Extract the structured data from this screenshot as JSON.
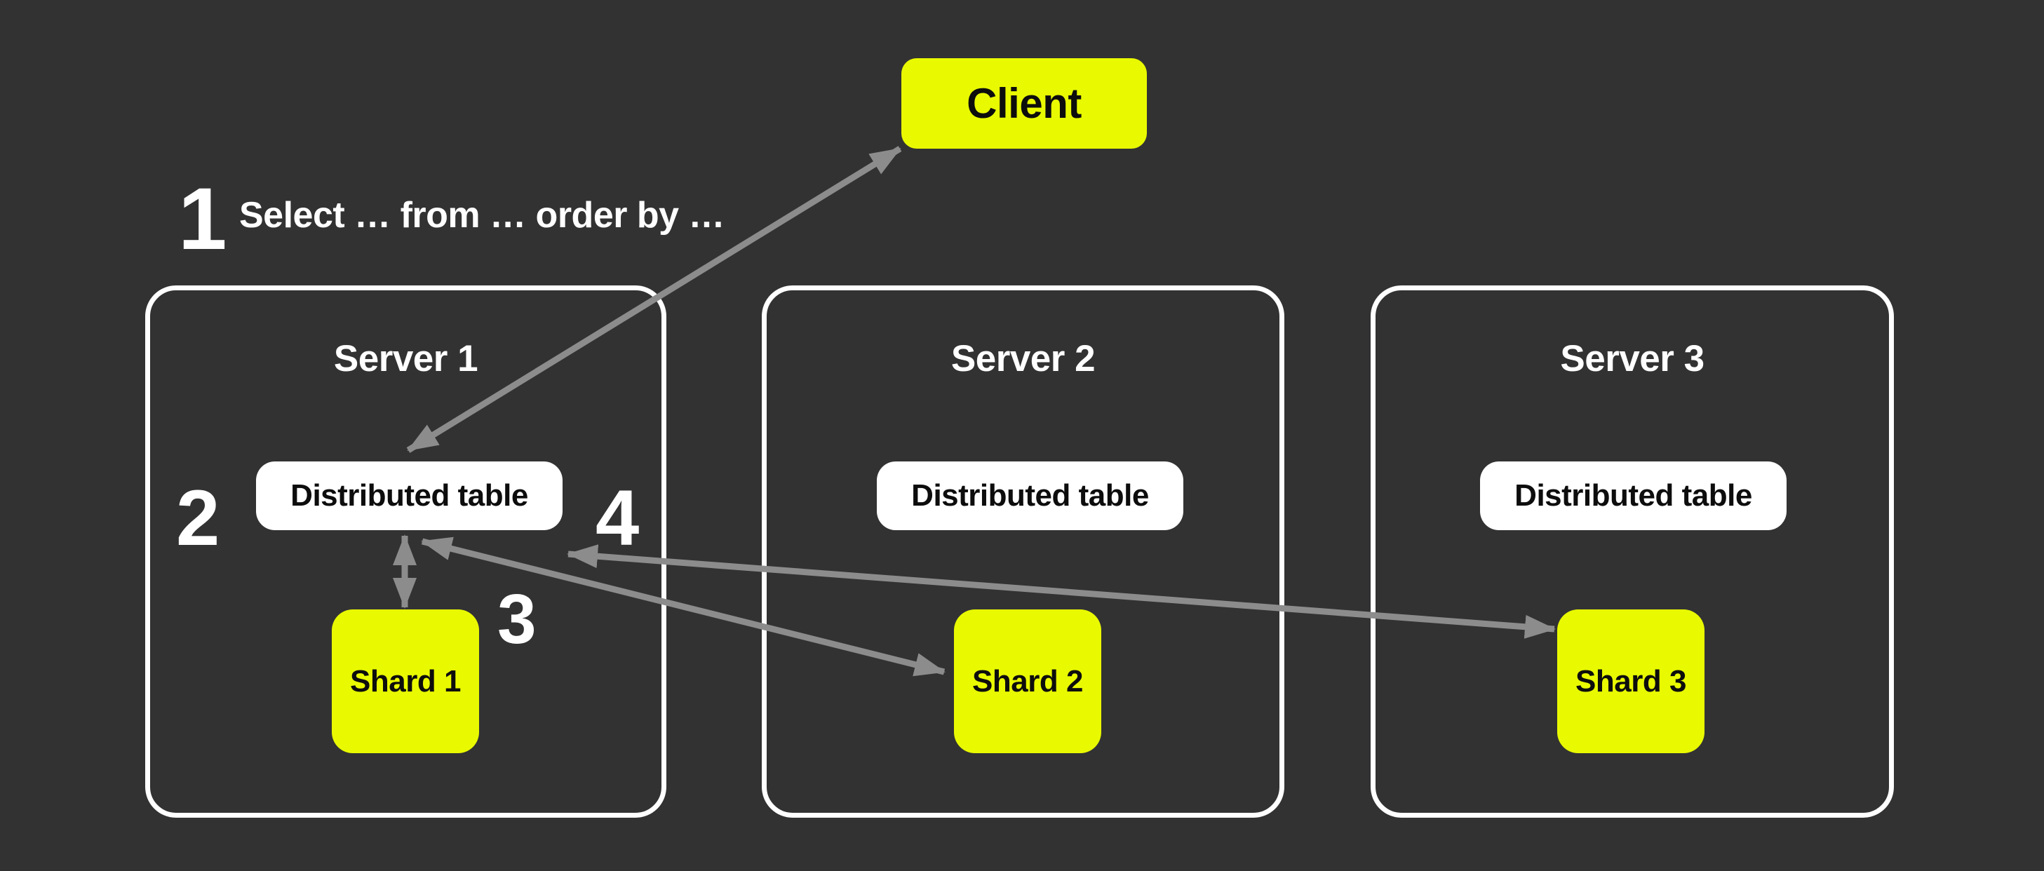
{
  "colors": {
    "background": "#323233",
    "accent_yellow": "#e9fa00",
    "box_white": "#ffffff",
    "arrow_gray": "#8c8c8c",
    "border_white": "#ffffff",
    "text_dark": "#0d0d0d",
    "text_light": "#ffffff"
  },
  "client": {
    "label": "Client"
  },
  "steps": [
    {
      "number": "1",
      "text": "Select … from … order by …"
    },
    {
      "number": "2",
      "text": ""
    },
    {
      "number": "3",
      "text": ""
    },
    {
      "number": "4",
      "text": ""
    }
  ],
  "servers": [
    {
      "name": "Server 1",
      "table_label": "Distributed table",
      "shard_label": "Shard 1"
    },
    {
      "name": "Server 2",
      "table_label": "Distributed table",
      "shard_label": "Shard 2"
    },
    {
      "name": "Server 3",
      "table_label": "Distributed table",
      "shard_label": "Shard 3"
    }
  ]
}
